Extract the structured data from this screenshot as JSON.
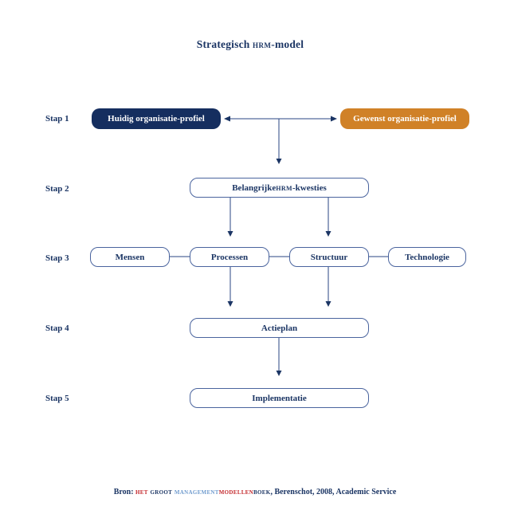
{
  "title": {
    "pre": "Strategisch ",
    "caps": "hrm",
    "post": "-model"
  },
  "steps": [
    "Stap 1",
    "Stap 2",
    "Stap 3",
    "Stap 4",
    "Stap 5"
  ],
  "boxes": {
    "huidig": "Huidig organisatie-profiel",
    "gewenst": "Gewenst organisatie-profiel",
    "kwesties": {
      "pre": "Belangrijke ",
      "caps": "hrm",
      "post": "-kwesties"
    },
    "mensen": "Mensen",
    "processen": "Processen",
    "structuur": "Structuur",
    "technologie": "Technologie",
    "actieplan": "Actieplan",
    "implementatie": "Implementatie"
  },
  "colors": {
    "navy": "#1b3564",
    "navy_fill": "#152e5f",
    "orange_fill": "#d08127",
    "box_border": "#4a649e",
    "line": "#2a4683",
    "red": "#c3272b",
    "steel_blue": "#6f9bce"
  },
  "source": {
    "segments": [
      {
        "text": "Bron: ",
        "color": "navy",
        "caps": false
      },
      {
        "text": "het ",
        "color": "red",
        "caps": true
      },
      {
        "text": "groot ",
        "color": "navy",
        "caps": true
      },
      {
        "text": "management",
        "color": "steel",
        "caps": true
      },
      {
        "text": "modellen",
        "color": "red",
        "caps": true
      },
      {
        "text": "boek",
        "color": "navy",
        "caps": true
      },
      {
        "text": ", Berenschot, 2008, Academic Service",
        "color": "navy",
        "caps": false
      }
    ]
  }
}
